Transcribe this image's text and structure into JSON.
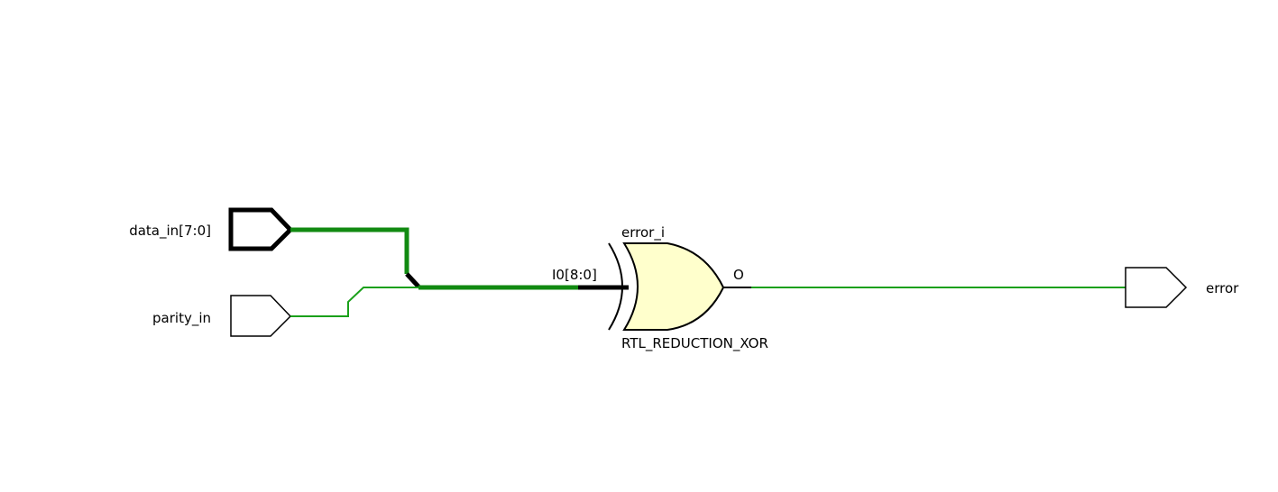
{
  "colors": {
    "net": "#1aa01a",
    "bus_net": "#118a11",
    "pin_bus": "#000000",
    "gate_fill": "#ffffcc",
    "outline": "#000000"
  },
  "ports": {
    "input_bus": {
      "label": "data_in[7:0]",
      "icon": "input-bus-port-icon"
    },
    "input_bit": {
      "label": "parity_in",
      "icon": "input-port-icon"
    },
    "output": {
      "label": "error",
      "icon": "output-port-icon"
    }
  },
  "cell": {
    "instance_name": "error_i",
    "type_name": "RTL_REDUCTION_XOR",
    "input_pin": "I0[8:0]",
    "output_pin": "O",
    "icon": "xor-gate-icon"
  }
}
